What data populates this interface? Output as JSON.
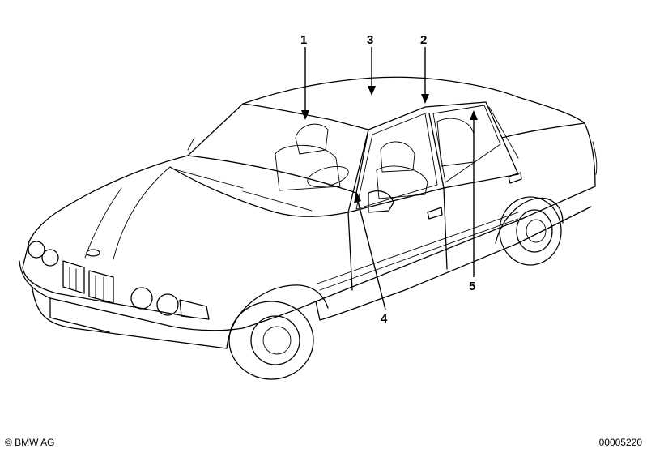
{
  "diagram": {
    "callouts": [
      {
        "id": "1",
        "label": "1"
      },
      {
        "id": "2",
        "label": "2"
      },
      {
        "id": "3",
        "label": "3"
      },
      {
        "id": "4",
        "label": "4"
      },
      {
        "id": "5",
        "label": "5"
      }
    ]
  },
  "footer": {
    "copyright": "© BMW AG",
    "doc_number": "00005220"
  }
}
